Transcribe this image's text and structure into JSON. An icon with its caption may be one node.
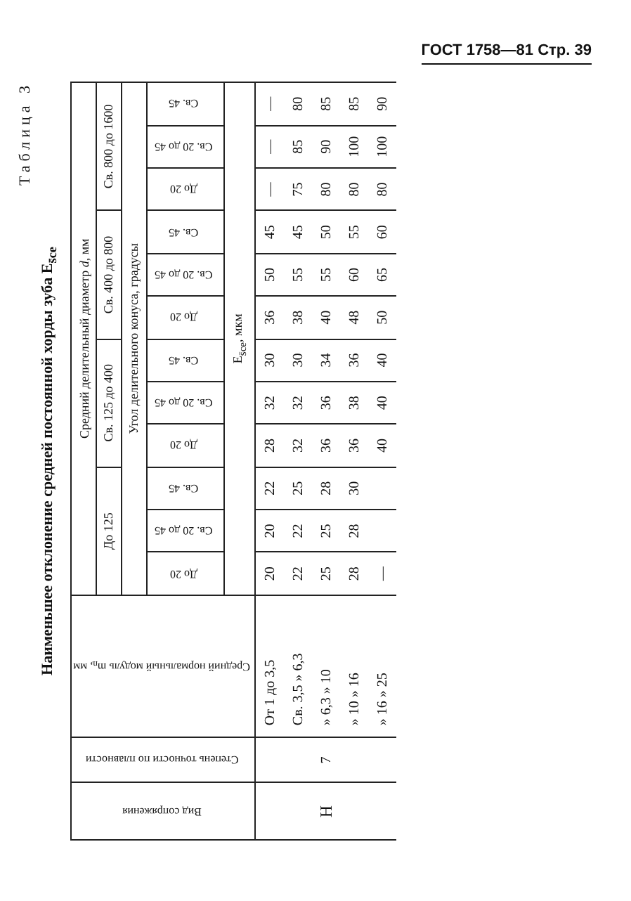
{
  "diagram": {
    "title": "Наименьшее отклонение средней постоянной хорды зуба E$_{s̄ce}$",
    "labels": [
      "ГОСТ 1758—81 Стр. 39",
      "Таблица 3",
      "Вид сопряжения",
      "Степень точности по плавности",
      "Средний нормальный модуль m$_{n}$, мм",
      "Средний делительный диаметр *d*, мм",
      "До 125",
      "Св. 125 до 400",
      "Св. 400 до 800",
      "Св. 800 до 1600",
      "Угол делительного конуса, градусы",
      "До 20",
      "Св. 20 до 45",
      "Св. 45",
      "До 20",
      "Св. 20 до 45",
      "Св. 45",
      "До 20",
      "Св. 20 до 45",
      "Св. 45",
      "До 20",
      "Св. 20 до 45",
      "Св. 45",
      "E$_{s̄ce}$, мкм",
      "H",
      "7",
      "От 1 до 3,5",
      "20",
      "20",
      "22",
      "28",
      "32",
      "30",
      "36",
      "50",
      "45",
      "—",
      "—",
      "—",
      "Св. 3,5 » 6,3",
      "22",
      "22",
      "25",
      "32",
      "32",
      "30",
      "38",
      "55",
      "45",
      "75",
      "85",
      "80",
      "» 6,3 » 10",
      "25",
      "25",
      "28",
      "36",
      "36",
      "34",
      "40",
      "55",
      "50",
      "80",
      "90",
      "85",
      "» 10 » 16",
      "28",
      "28",
      "30",
      "36",
      "38",
      "36",
      "48",
      "60",
      "55",
      "80",
      "100",
      "85",
      "» 16 » 25",
      "—",
      "40",
      "40",
      "40",
      "50",
      "65",
      "60",
      "80",
      "100",
      "90"
    ]
  }
}
